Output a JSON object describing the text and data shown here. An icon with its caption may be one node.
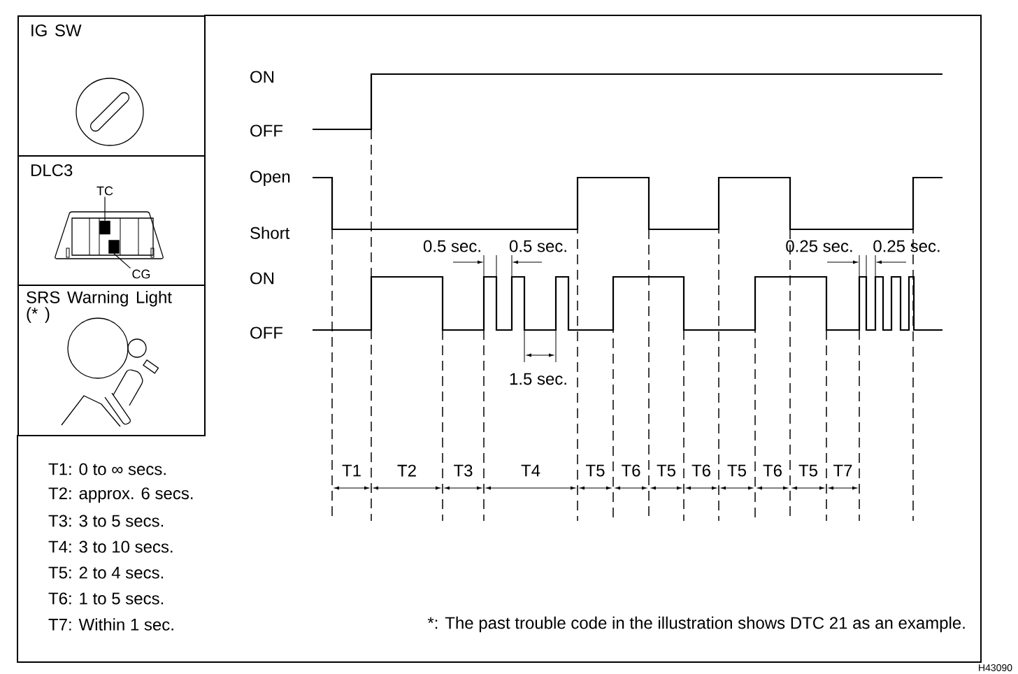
{
  "diagram": {
    "nodes": [
      {
        "text": [
          "IG SW"
        ]
      },
      {
        "text": [
          "DLC3"
        ]
      },
      {
        "text": [
          "TC"
        ],
        "in": 1
      },
      {
        "text": [],
        "shape": "box",
        "in": 1
      },
      {
        "text": [
          "CG"
        ],
        "in": 1
      },
      {
        "text": [],
        "shape": "box",
        "in": 1
      },
      {
        "text": [
          "SRS Warning Light (* )"
        ]
      }
    ],
    "edges": [
      {
        "from": 2,
        "to": 3,
        "arrow": "none"
      },
      {
        "from": 4,
        "to": 5,
        "arrow": "none"
      }
    ],
    "labels": [
      "ON",
      "OFF",
      "Open",
      "Short",
      "0.5 sec.",
      "0.5 sec.",
      "0.25 sec.",
      "0.25 sec.",
      "ON",
      "OFF",
      "1.5 sec.",
      "T1: 0 to ∞ secs.",
      "T1",
      "T2",
      "T3",
      "T4",
      "T5",
      "T6",
      "T5",
      "T6",
      "T5",
      "T6",
      "T5",
      "T7",
      "T2: approx. 6 secs.",
      "T3: 3 to 5 secs.",
      "T4: 3 to 10 secs.",
      "T5: 2 to 4 secs.",
      "T6: 1 to 5 secs.",
      "T7: Within 1 sec.",
      "*: The past trouble code in the illustration shows DTC 21 as an example.",
      "H43090"
    ]
  }
}
